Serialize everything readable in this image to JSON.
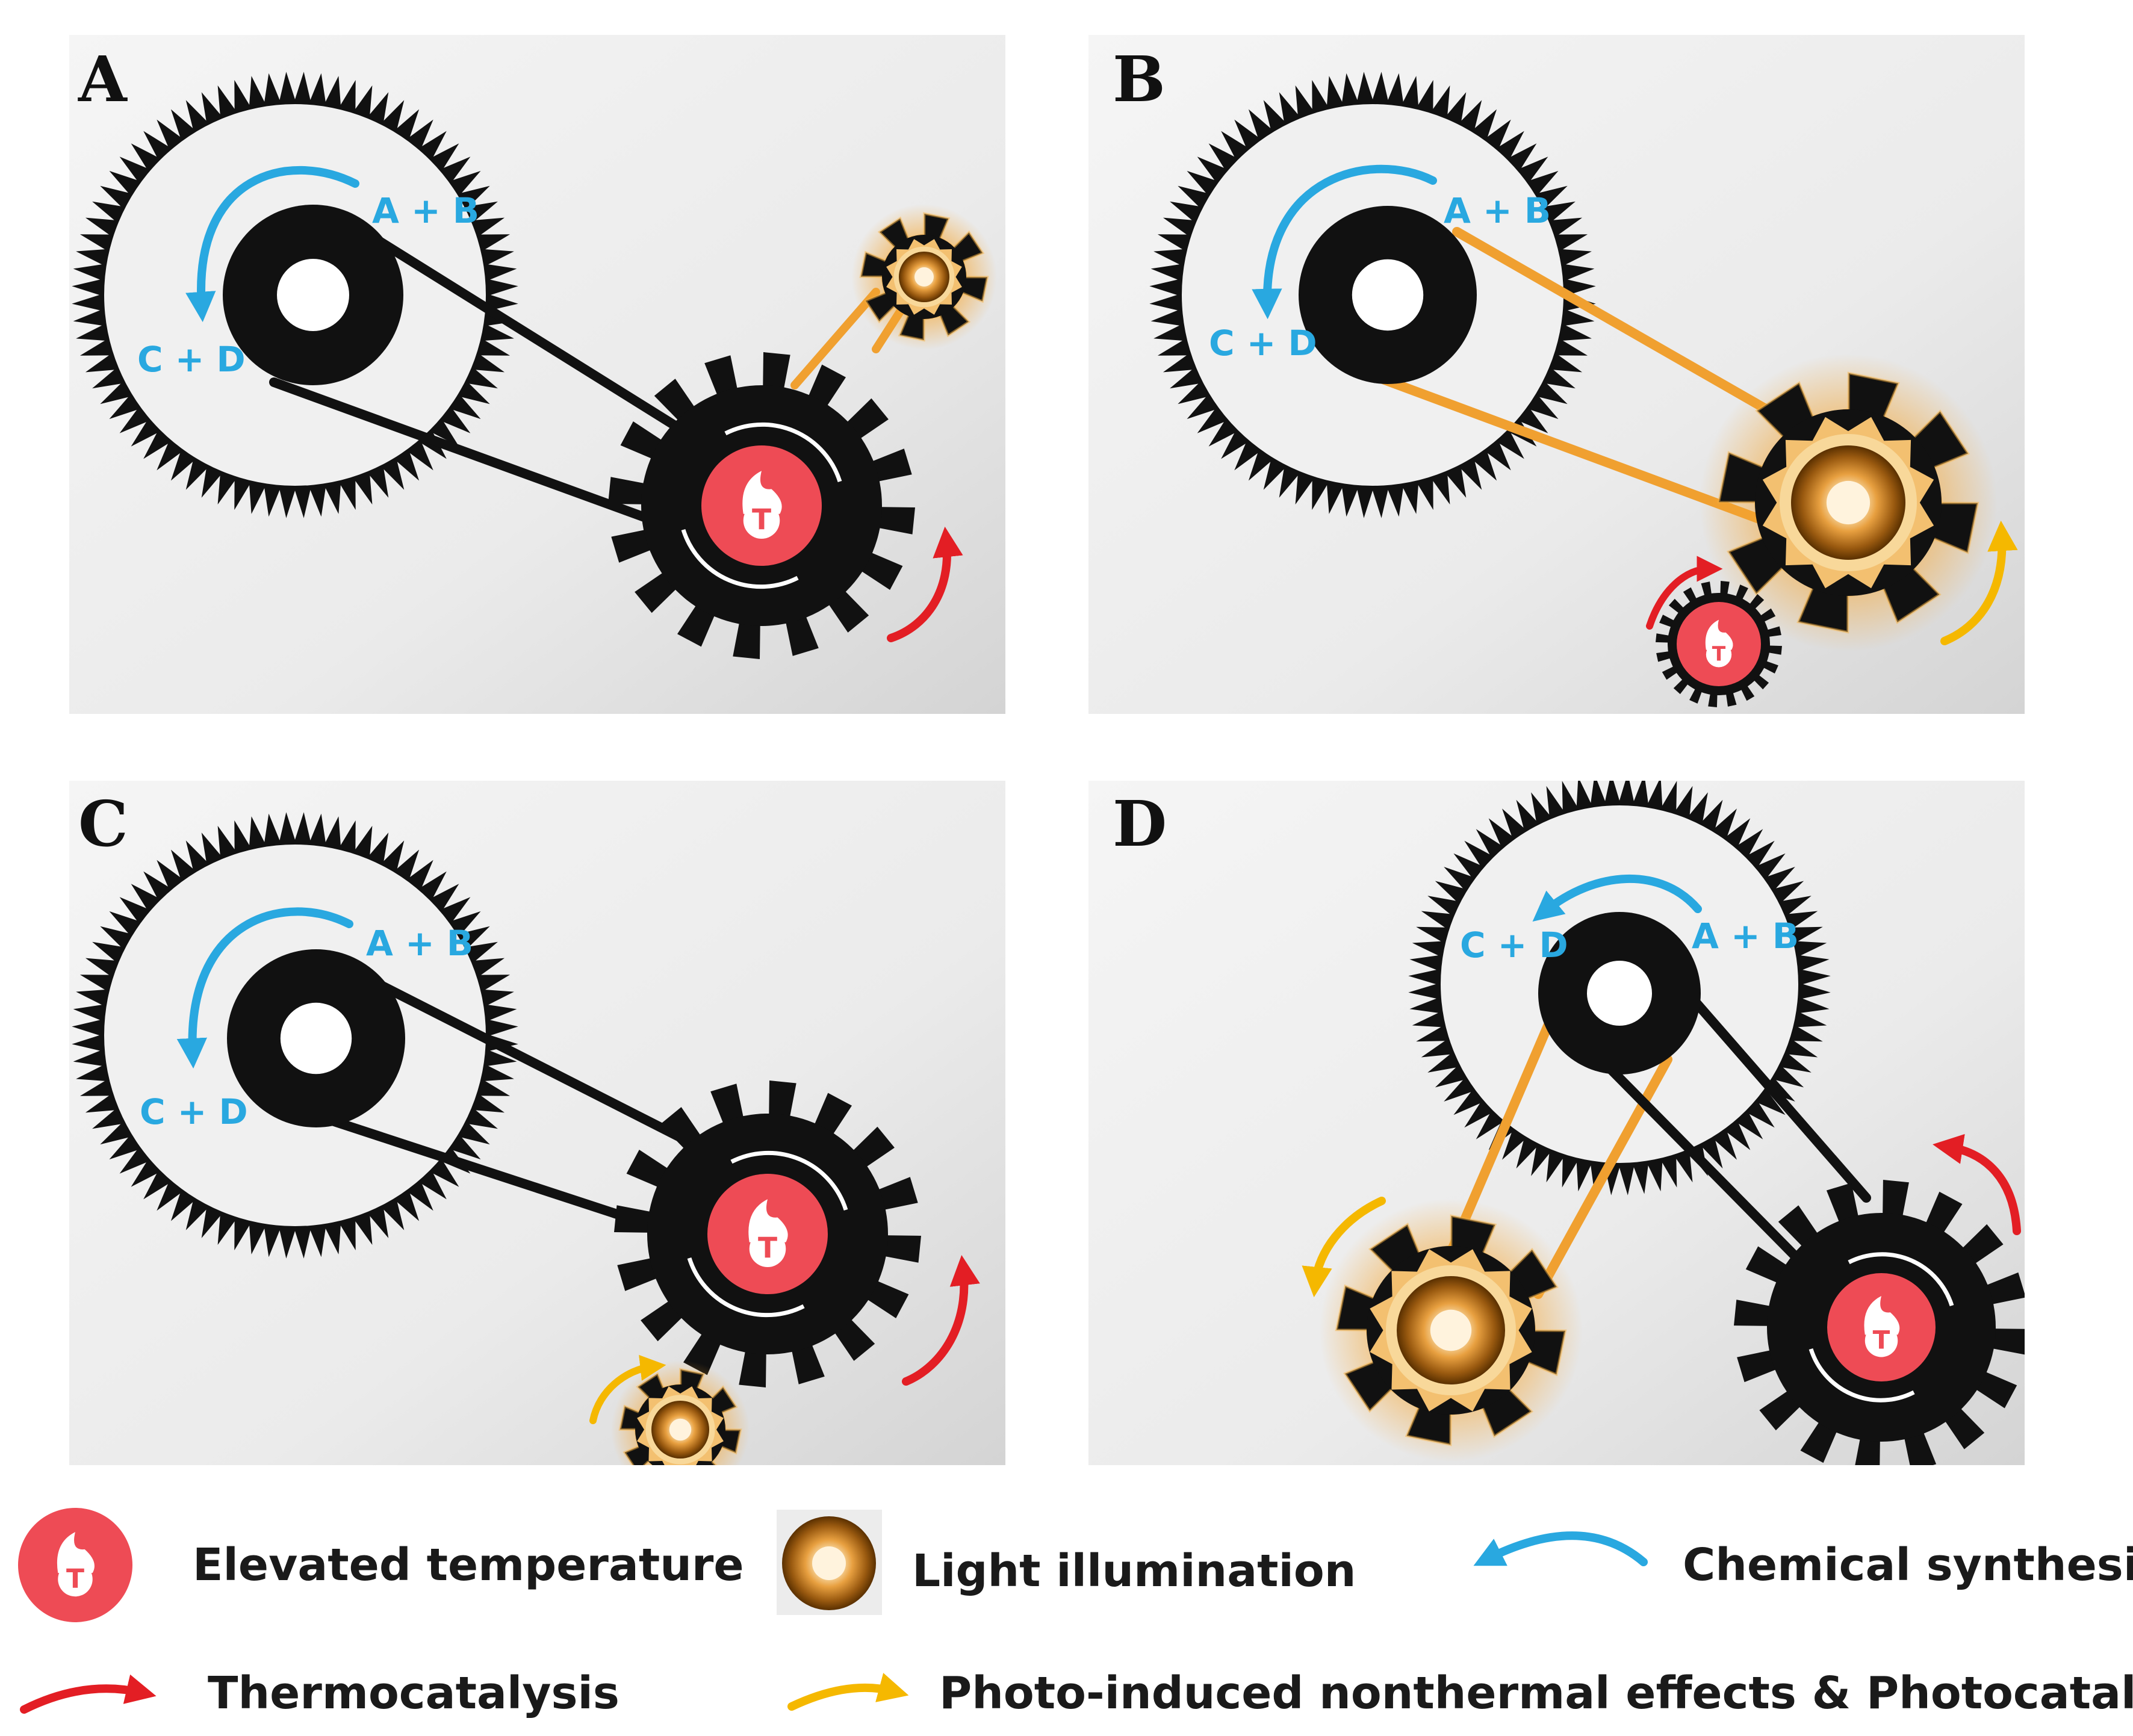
{
  "panels": [
    {
      "letter": "A",
      "reactant": "A + B",
      "product": "C + D"
    },
    {
      "letter": "B",
      "reactant": "A + B",
      "product": "C + D"
    },
    {
      "letter": "C",
      "reactant": "A + B",
      "product": "C + D"
    },
    {
      "letter": "D",
      "reactant": "A + B",
      "product": "C + D"
    }
  ],
  "legend": {
    "elevated_temperature": "Elevated temperature",
    "light_illumination": "Light illumination",
    "chemical_synthesis": "Chemical synthesis",
    "thermocatalysis": "Thermocatalysis",
    "photo_effects": "Photo-induced nonthermal effects & Photocatalysis"
  },
  "icon_glyph": "T",
  "colors": {
    "chemical_arrow": "#29a8e0",
    "thermo_arrow": "#e31e24",
    "photo_arrow": "#f5b800",
    "belt_light": "#f0a030",
    "belt_dark": "#111111",
    "heat_core": "#ee4b55",
    "gear": "#111111"
  }
}
